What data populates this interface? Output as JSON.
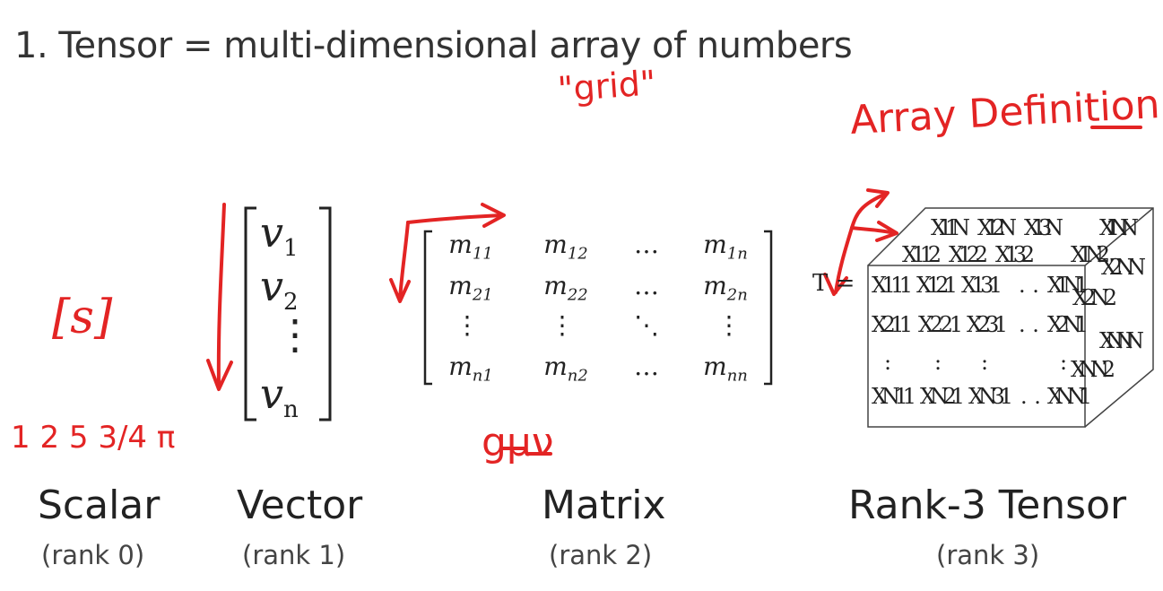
{
  "heading": "1. Tensor = multi-dimensional array of numbers",
  "annotations": {
    "grid": "\"grid\"",
    "array_definition": "Array Definition",
    "scalar_symbol": "[s]",
    "scalar_examples": "1 2 5 3/4 π",
    "metric": "gμν"
  },
  "columns": [
    {
      "label": "Scalar",
      "rank": "(rank 0)"
    },
    {
      "label": "Vector",
      "rank": "(rank 1)"
    },
    {
      "label": "Matrix",
      "rank": "(rank 2)"
    },
    {
      "label": "Rank-3 Tensor",
      "rank": "(rank 3)"
    }
  ],
  "vector": {
    "entries": [
      "v",
      "v",
      "⋮",
      "v"
    ],
    "subs": [
      "1",
      "2",
      "",
      "n"
    ]
  },
  "matrix": {
    "rows": [
      [
        [
          "m",
          "11"
        ],
        [
          "m",
          "12"
        ],
        [
          "…",
          ""
        ],
        [
          "m",
          "1n"
        ]
      ],
      [
        [
          "m",
          "21"
        ],
        [
          "m",
          "22"
        ],
        [
          "…",
          ""
        ],
        [
          "m",
          "2n"
        ]
      ],
      [
        [
          "⋮",
          ""
        ],
        [
          "⋮",
          ""
        ],
        [
          "⋱",
          ""
        ],
        [
          "⋮",
          ""
        ]
      ],
      [
        [
          "m",
          "n1"
        ],
        [
          "m",
          "n2"
        ],
        [
          "…",
          ""
        ],
        [
          "m",
          "nn"
        ]
      ]
    ]
  },
  "tensor": {
    "prefix": "T =",
    "front_rows": [
      [
        "X111",
        "X121",
        "X131",
        ". .",
        "X1N1"
      ],
      [
        "X211",
        "X221",
        "X231",
        ". .",
        "X2N1"
      ],
      [
        ":",
        ":",
        ":",
        "",
        ":"
      ],
      [
        "XN11",
        "XN21",
        "XN31",
        ". .",
        "XNN1"
      ]
    ],
    "back_top": [
      "X11N",
      "X12N",
      "X13N",
      "X1NN"
    ],
    "mid_top": [
      "X112",
      "X122",
      "X132",
      "X1N2"
    ],
    "right_side": [
      "X2NN",
      "X2N2",
      "XNNN",
      "XNN2"
    ]
  },
  "colors": {
    "annotation": "#e32424",
    "text": "#222222"
  }
}
